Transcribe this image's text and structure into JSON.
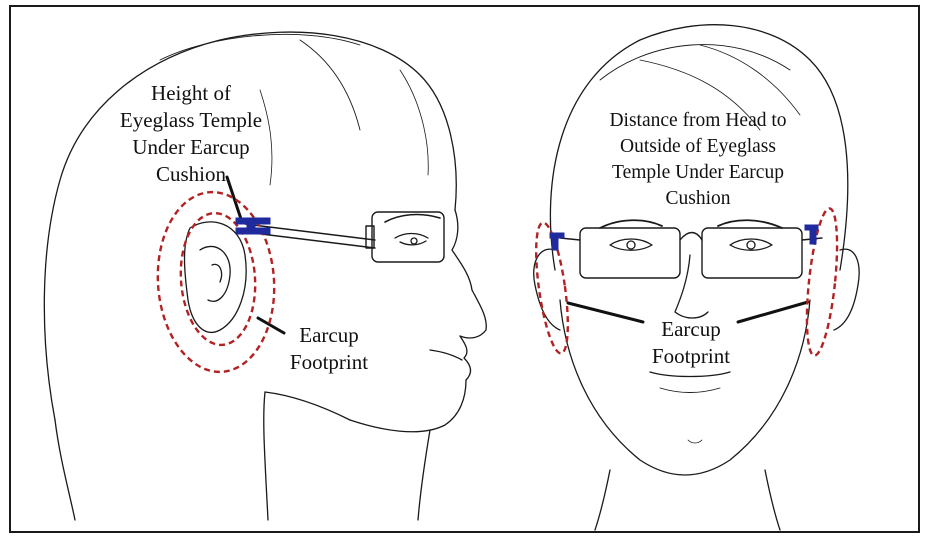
{
  "colors": {
    "ink": "#1a1a1a",
    "earcup_outline": "#b22222",
    "temple_marker": "#1f2a9c"
  },
  "left_panel": {
    "height_label": [
      "Height of",
      "Eyeglass Temple",
      "Under Earcup",
      "Cushion"
    ],
    "footprint_label": [
      "Earcup",
      "Footprint"
    ]
  },
  "right_panel": {
    "distance_label": [
      "Distance from Head  to",
      "Outside of Eyeglass",
      "Temple Under Earcup",
      "Cushion"
    ],
    "footprint_label": [
      "Earcup",
      "Footprint"
    ]
  }
}
